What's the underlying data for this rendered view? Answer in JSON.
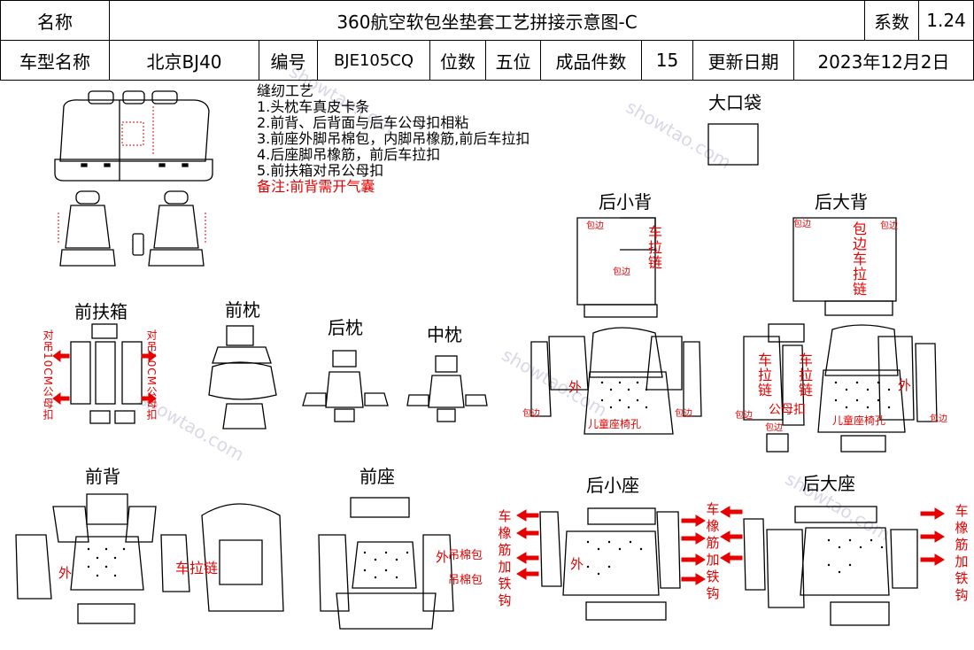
{
  "header": {
    "name_label": "名称",
    "title": "360航空软包坐垫套工艺拼接示意图-C",
    "coef_label": "系数",
    "coef_value": "1.24",
    "model_label": "车型名称",
    "model_value": "北京BJ40",
    "code_label": "编号",
    "code_value": "BJE105CQ",
    "seats_label": "位数",
    "seats_value": "五位",
    "pieces_label": "成品件数",
    "pieces_value": "15",
    "date_label": "更新日期",
    "date_value": "2023年12月2日"
  },
  "process": {
    "title": "缝纫工艺",
    "steps": [
      "1.头枕车真皮卡条",
      "2.前背、后背面与后车公母扣相粘",
      "3.前座外脚吊棉包，内脚吊橡筋,前后车拉扣",
      "4.后座脚吊橡筋，前后车拉扣",
      "5.前扶箱对吊公母扣"
    ],
    "note": "备注:前背需开气囊"
  },
  "parts": {
    "pocket": "大口袋",
    "front_armrest": "前扶箱",
    "front_headrest": "前枕",
    "rear_headrest": "后枕",
    "middle_headrest": "中枕",
    "rear_small_back": "后小背",
    "rear_large_back": "后大背",
    "front_back": "前背",
    "front_seat": "前座",
    "rear_small_seat": "后小座",
    "rear_large_seat": "后大座"
  },
  "annotations": {
    "armrest_left": "对吊10CM公母扣",
    "armrest_right": "对吊10CM公母扣",
    "piping": "包边",
    "zipper": "车拉链",
    "piping_zipper": "包边车拉链",
    "outer": "外",
    "child_seat_hole": "儿童座椅孔",
    "snap": "公母扣",
    "front_back_zipper": "车拉链",
    "cotton_bag": "吊棉包",
    "elastic_hook": "车橡筋加铁钩"
  },
  "colors": {
    "accent": "#e60000",
    "watermark": "#d8d8e8"
  }
}
